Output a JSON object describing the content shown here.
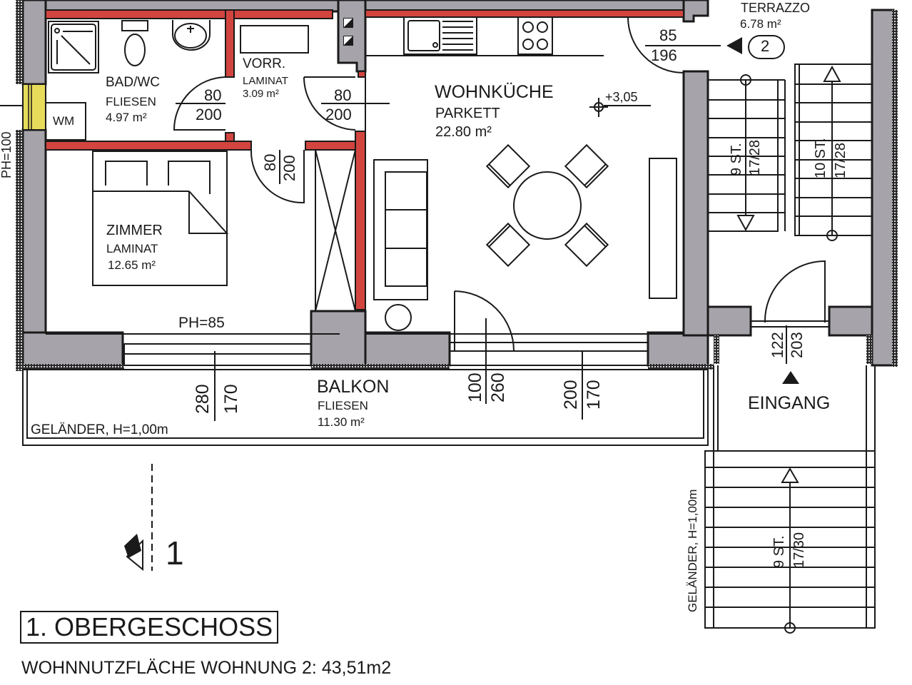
{
  "plan": {
    "floor_title": "1. OBERGESCHOSS",
    "summary": "WOHNNUTZFLÄCHE WOHNUNG 2: 43,51m2",
    "section_marker": "1",
    "colors": {
      "wall_fill": "#a6a4aa",
      "partition_red": "#d2453f",
      "window_yellow": "#e6dc5a",
      "line": "#1a1a1a"
    }
  },
  "rooms": {
    "bad": {
      "name": "BAD/WC",
      "floor": "FLIESEN",
      "area": "4.97 m²"
    },
    "wm": {
      "name": "WM"
    },
    "vorr": {
      "name": "VORR.",
      "floor": "LAMINAT",
      "area": "3.09 m²"
    },
    "kueche": {
      "name": "WOHNKÜCHE",
      "floor": "PARKETT",
      "area": "22.80 m²"
    },
    "zimmer": {
      "name": "ZIMMER",
      "floor": "LAMINAT",
      "area": "12.65 m²"
    },
    "balkon": {
      "name": "BALKON",
      "floor": "FLIESEN",
      "area": "11.30 m²"
    },
    "terrazzo": {
      "name": "TERRAZZO",
      "area": "6.78 m²"
    },
    "eingang": {
      "name": "EINGANG"
    }
  },
  "annotations": {
    "ph_left": "PH=100",
    "ph_zimmer": "PH=85",
    "level": "+3,05",
    "railing_balkon": "GELÄNDER, H=1,00m",
    "railing_stair": "GELÄNDER, H=1,00m",
    "unit_number": "2"
  },
  "doors": [
    {
      "id": "bad",
      "width": "80",
      "height": "200"
    },
    {
      "id": "vorr",
      "width": "80",
      "height": "200"
    },
    {
      "id": "zimmer",
      "width": "80",
      "height": "200"
    },
    {
      "id": "entry",
      "width": "85",
      "height": "196"
    },
    {
      "id": "eingang",
      "width": "122",
      "height": "203"
    }
  ],
  "windows": [
    {
      "id": "zimmer",
      "width": "280",
      "height": "170"
    },
    {
      "id": "balkon-door",
      "width": "100",
      "height": "260"
    },
    {
      "id": "kueche",
      "width": "200",
      "height": "170"
    }
  ],
  "stairs": [
    {
      "id": "upper-left",
      "steps": "9 ST.",
      "ratio": "17/28"
    },
    {
      "id": "upper-right",
      "steps": "10 ST.",
      "ratio": "17/28"
    },
    {
      "id": "exterior",
      "steps": "9 ST.",
      "ratio": "17/30"
    }
  ]
}
